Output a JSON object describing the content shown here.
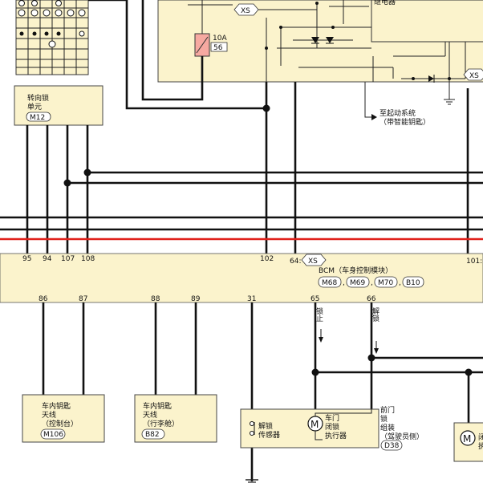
{
  "fuse": {
    "rating": "10A",
    "number": "56"
  },
  "relay_label": "继电器",
  "steering_lock": {
    "name": "转向锁\n单元",
    "connector": "M12"
  },
  "starting_system_note": "至起动系统\n（带智能钥匙）",
  "bcm": {
    "name": "BCM（车身控制模块）",
    "connectors": [
      "M68",
      "M69",
      "M70",
      "B10"
    ],
    "xs_label": "XS",
    "top_pins": [
      "95",
      "94",
      "107",
      "108",
      "102",
      "64:",
      "101:"
    ],
    "bottom_pins": [
      "86",
      "87",
      "88",
      "89",
      "31",
      "65",
      "66"
    ]
  },
  "xs_tags": [
    "XS",
    "XS",
    "XS"
  ],
  "wire_labels": {
    "pin65": "锁止",
    "pin66": "解锁"
  },
  "antenna_console": {
    "name": "车内钥匙\n天线\n（控制台）",
    "connector": "M106"
  },
  "antenna_trunk": {
    "name": "车内钥匙\n天线\n（行李舱）",
    "connector": "B82"
  },
  "unlock_sensor": {
    "name": "解锁\n传感器"
  },
  "actuator": {
    "name": "车门\n闭锁\n执行器",
    "motor": "M"
  },
  "front_door_lock": {
    "name": "前门\n锁\n组装\n（驾驶员侧）",
    "connector": "D38"
  },
  "right_actuator": {
    "motor": "M",
    "name": "闭\n执"
  }
}
